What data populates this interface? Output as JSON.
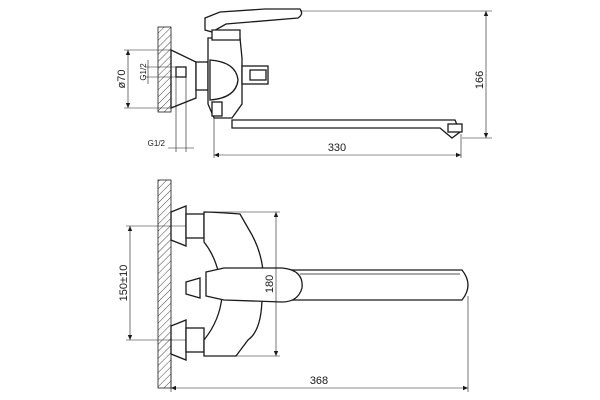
{
  "labels": {
    "dim_330": "330",
    "dim_166": "166",
    "dim_70": "ø70",
    "dim_g12_top": "G1/2",
    "dim_g12_bottom": "G1/2",
    "dim_368": "368",
    "dim_180": "180",
    "dim_150": "150±10"
  }
}
